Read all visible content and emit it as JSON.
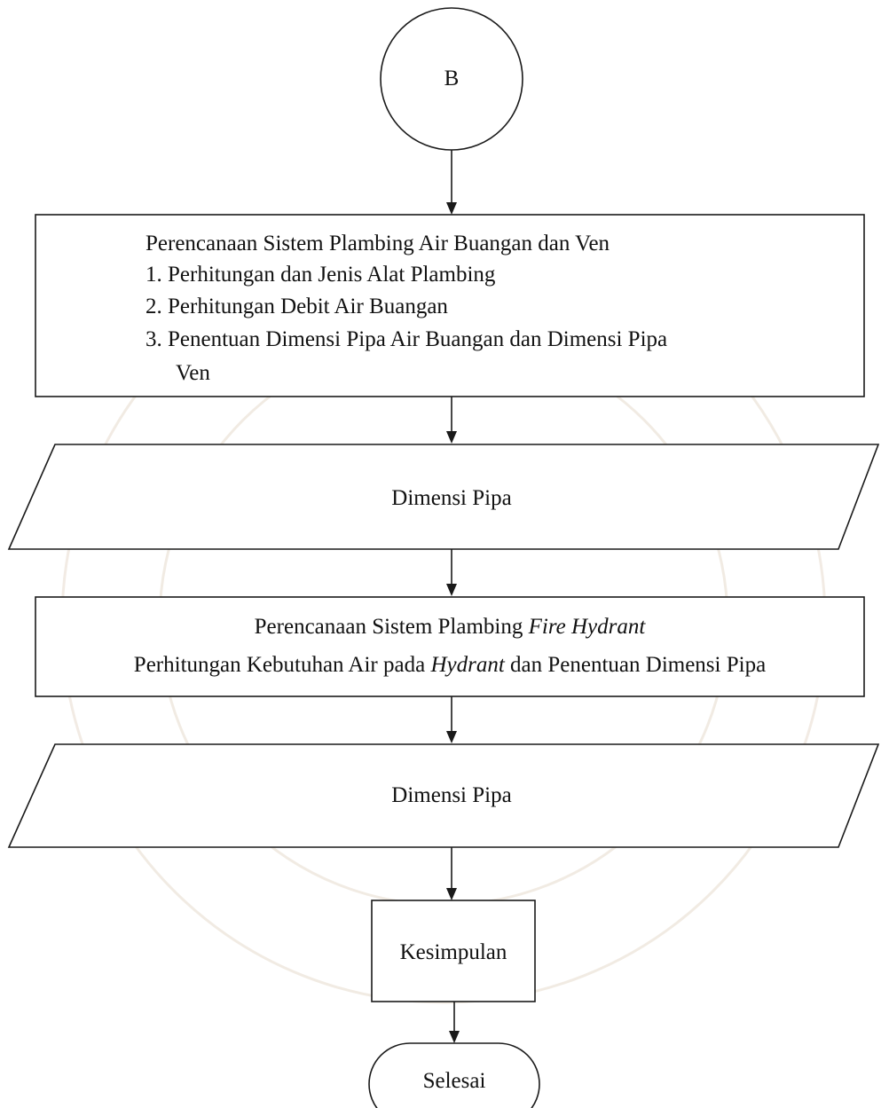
{
  "start_connector": {
    "label": "B"
  },
  "process1": {
    "title": "Perencanaan Sistem Plambing Air Buangan dan Ven",
    "items": [
      "1. Perhitungan dan Jenis Alat Plambing",
      "2. Perhitungan Debit Air Buangan",
      "3. Penentuan Dimensi Pipa Air Buangan dan Dimensi Pipa",
      "Ven"
    ]
  },
  "io1": {
    "label": "Dimensi Pipa"
  },
  "process2": {
    "title_plain": "Perencanaan Sistem Plambing ",
    "title_italic": "Fire Hydrant",
    "line2_start": "Perhitungan Kebutuhan Air pada ",
    "line2_italic": "Hydrant",
    "line2_end": " dan Penentuan Dimensi Pipa"
  },
  "io2": {
    "label": "Dimensi Pipa"
  },
  "process3": {
    "label": "Kesimpulan"
  },
  "terminator": {
    "label": "Selesai"
  },
  "colors": {
    "stroke": "#1a1a1a",
    "text": "#111111",
    "background": "#ffffff",
    "watermark": "#d8c9b8"
  }
}
